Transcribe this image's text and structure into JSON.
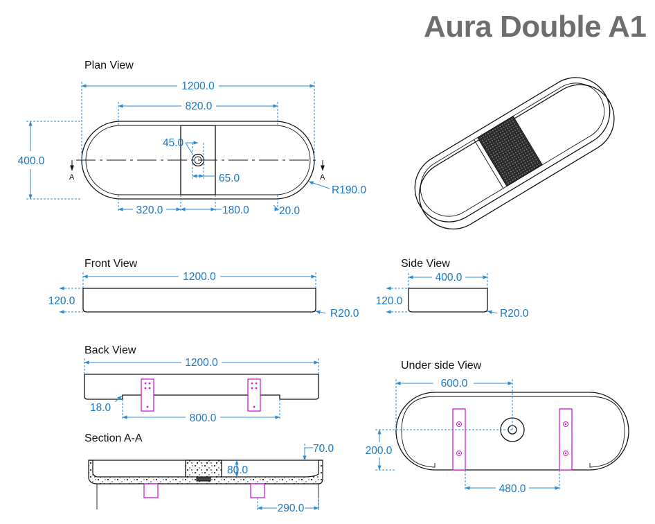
{
  "title": "Aura Double A1",
  "views": {
    "plan": "Plan View",
    "front": "Front View",
    "side": "Side View",
    "back": "Back View",
    "under": "Under side View",
    "section": "Section A-A"
  },
  "section_marker": "A",
  "dimensions": {
    "plan": {
      "length": "1200.0",
      "inner_length": "820.0",
      "width": "400.0",
      "hole_offset": "45.0",
      "hole_width": "65.0",
      "left_basin": "320.0",
      "center_section": "180.0",
      "wall": "20.0",
      "radius": "R190.0"
    },
    "front": {
      "length": "1200.0",
      "height": "120.0",
      "radius": "R20.0"
    },
    "side": {
      "width": "400.0",
      "height": "120.0",
      "radius": "R20.0"
    },
    "back": {
      "length": "1200.0",
      "step": "18.0",
      "bracket_span": "800.0"
    },
    "section": {
      "depth": "70.0",
      "drain": "80.0",
      "bracket": "290.0"
    },
    "under": {
      "hole_pos": "600.0",
      "width": "200.0",
      "bracket_span": "480.0"
    }
  },
  "colors": {
    "dimension": "#1877c9",
    "bracket": "#d21ad2",
    "title": "#6e6e6e"
  }
}
